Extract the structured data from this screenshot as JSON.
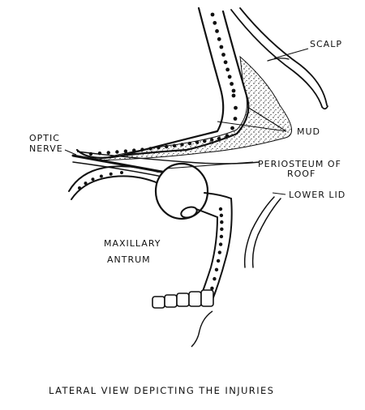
{
  "colors": {
    "ink": "#111111",
    "paper": "#ffffff"
  },
  "labels": {
    "scalp": "SCALP",
    "mud": "MUD",
    "optic_1": "OPTIC",
    "optic_2": "NERVE",
    "periosteum_1": "PERIOSTEUM OF",
    "periosteum_2": "ROOF",
    "lower_lid": "LOWER LID",
    "maxillary_1": "MAXILLARY",
    "maxillary_2": "ANTRUM"
  },
  "caption": "LATERAL VIEW DEPICTING THE INJURIES"
}
